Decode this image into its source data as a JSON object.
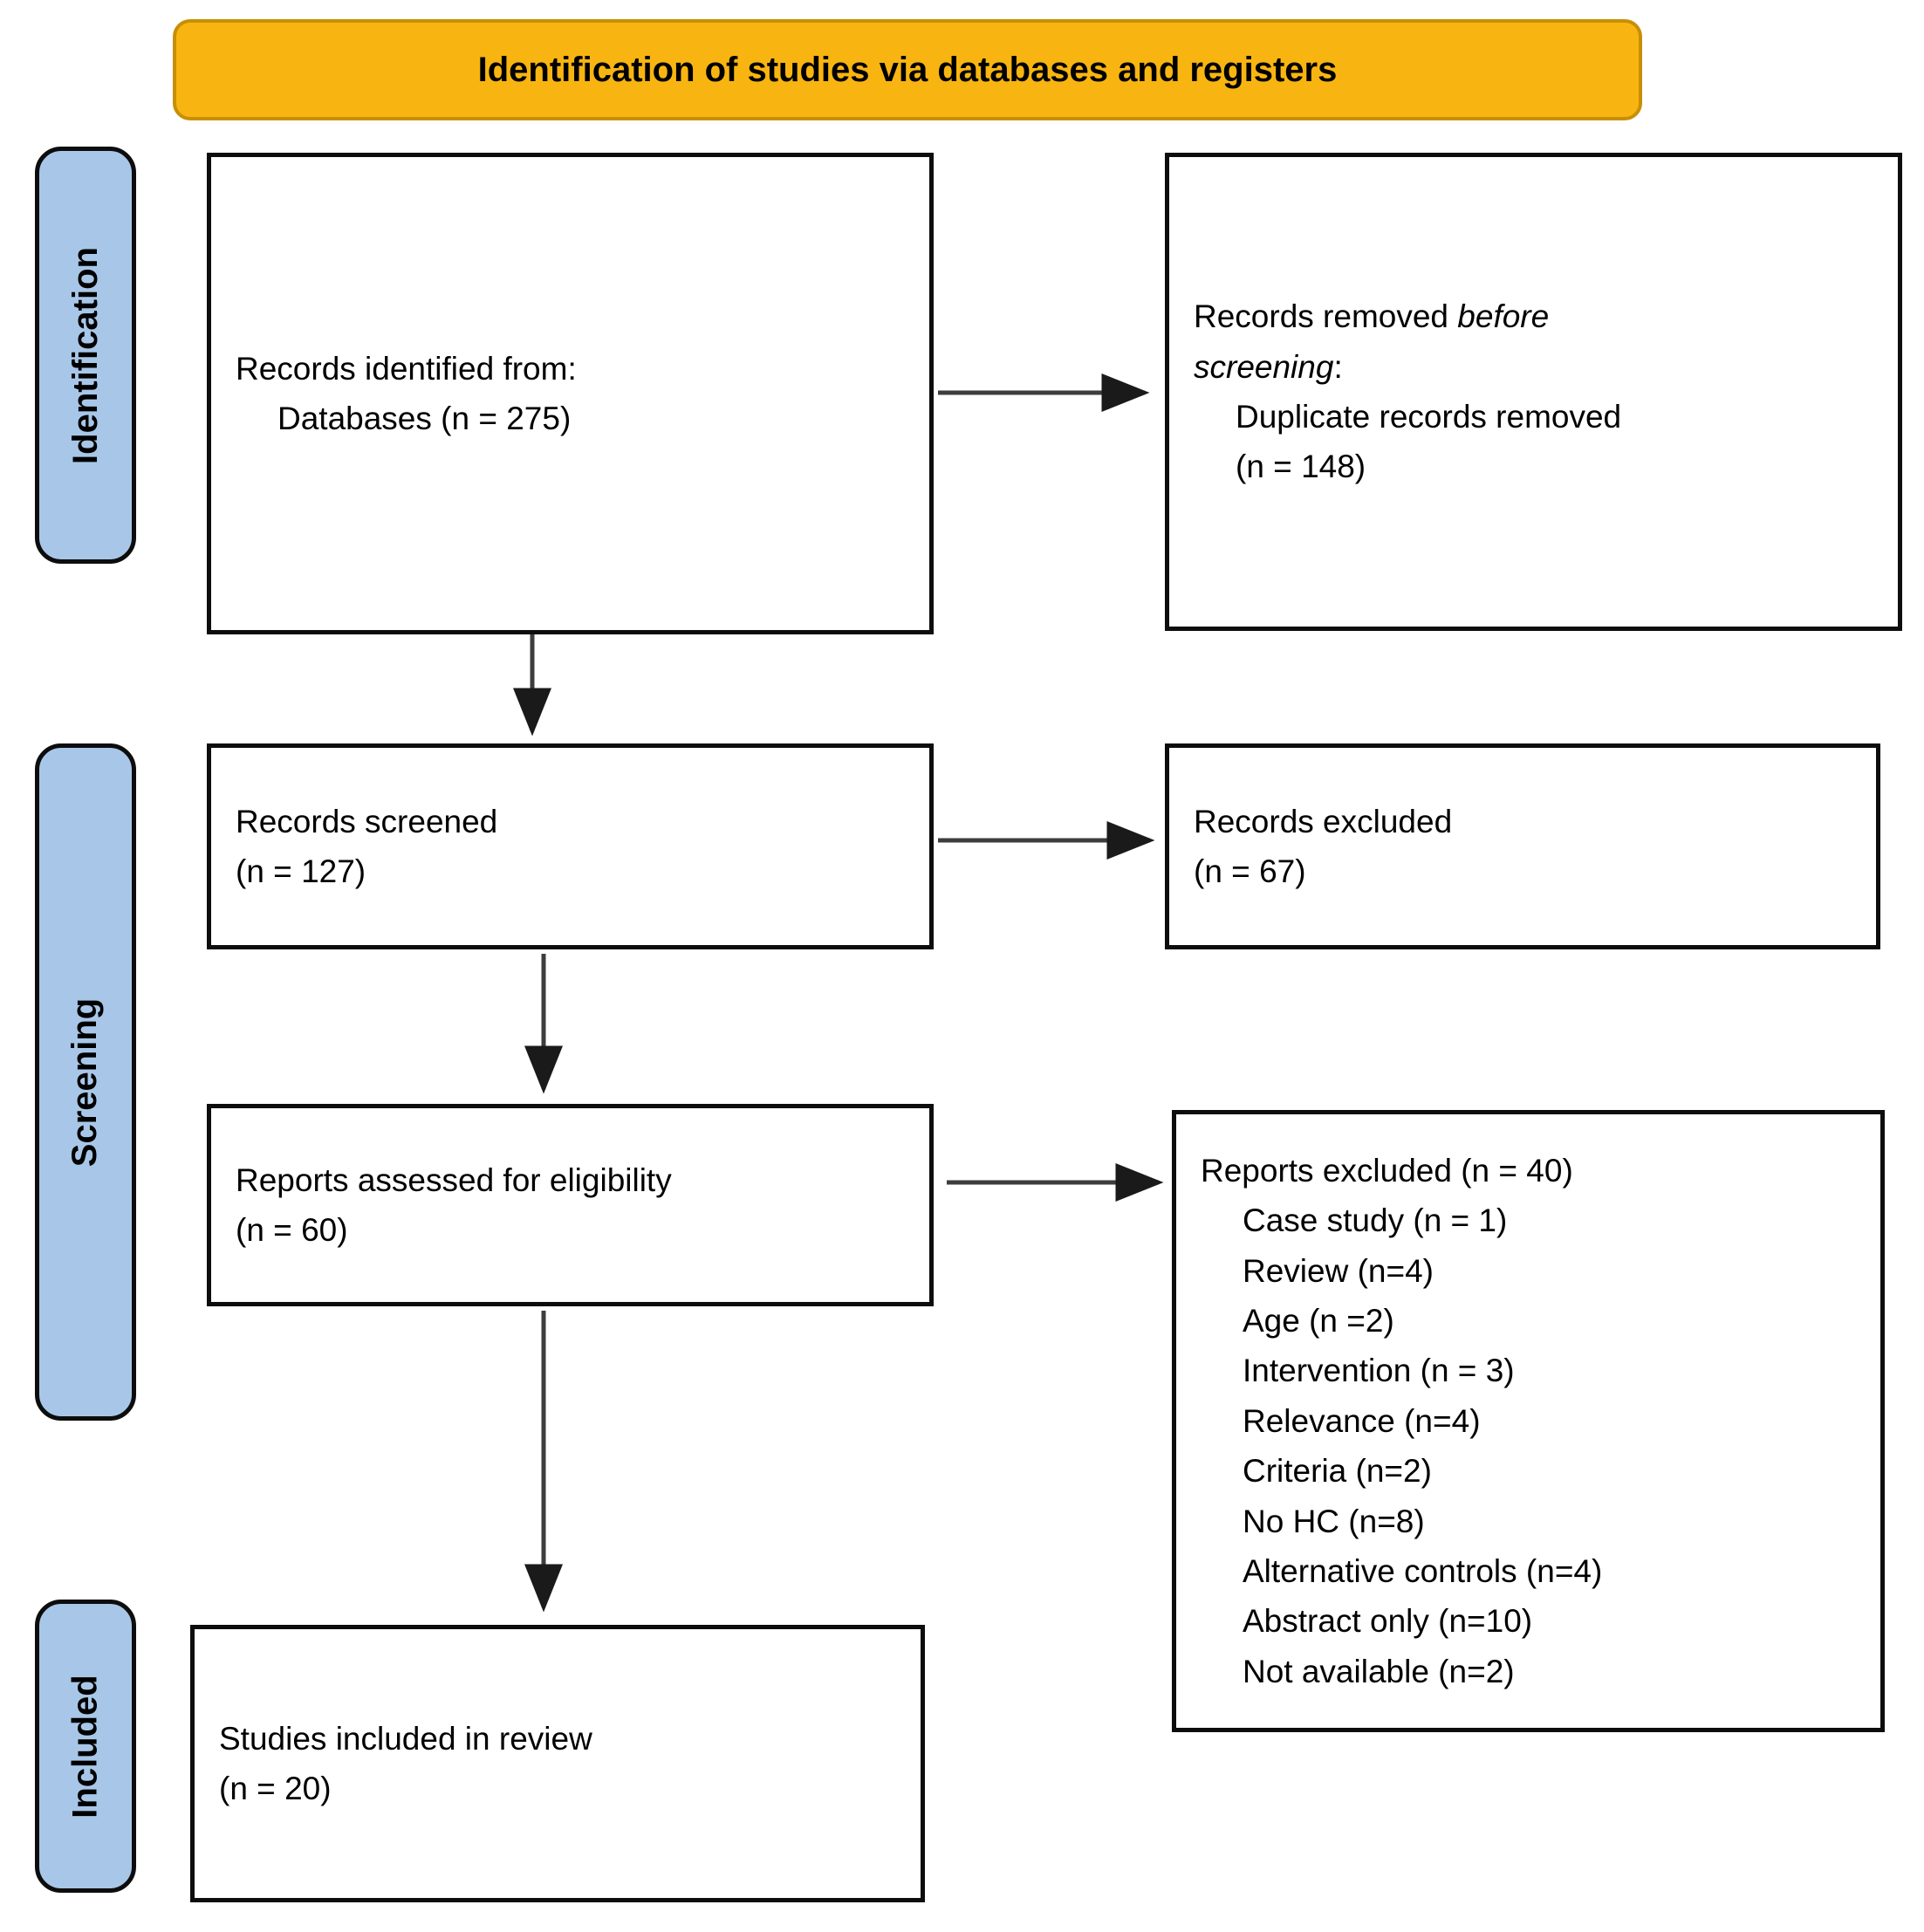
{
  "header": {
    "title": "Identification of studies via databases and registers"
  },
  "stages": [
    {
      "label": "Identification"
    },
    {
      "label": "Screening"
    },
    {
      "label": "Included"
    }
  ],
  "boxes": {
    "identified": {
      "line1": "Records identified from:",
      "line2": "Databases (n = 275)"
    },
    "removed": {
      "line1_normal": "Records removed ",
      "line1_italic": "before",
      "line2_italic": "screening",
      "line2_colon": ":",
      "line3": "Duplicate records removed",
      "line4": "(n = 148)"
    },
    "screened": {
      "line1": "Records screened",
      "line2": "(n = 127)"
    },
    "excluded": {
      "line1": "Records excluded",
      "line2": "(n = 67)"
    },
    "assessed": {
      "line1": "Reports assessed for eligibility",
      "line2": "(n = 60)"
    },
    "reports_excluded": {
      "title": "Reports excluded (n = 40)",
      "reasons": [
        "Case study (n = 1)",
        "Review (n=4)",
        "Age (n =2)",
        "Intervention (n = 3)",
        "Relevance (n=4)",
        "Criteria (n=2)",
        "No HC (n=8)",
        "Alternative controls (n=4)",
        "Abstract only (n=10)",
        "Not available (n=2)"
      ]
    },
    "included": {
      "line1": "Studies included in review",
      "line2": "(n = 20)"
    }
  },
  "colors": {
    "header_bg": "#F8B511",
    "header_border": "#C78F06",
    "stage_bg": "#A8C7E8",
    "box_border": "#0d0d0d",
    "arrow_line": "#3d3d3d",
    "arrow_head": "#1a1a1a"
  }
}
